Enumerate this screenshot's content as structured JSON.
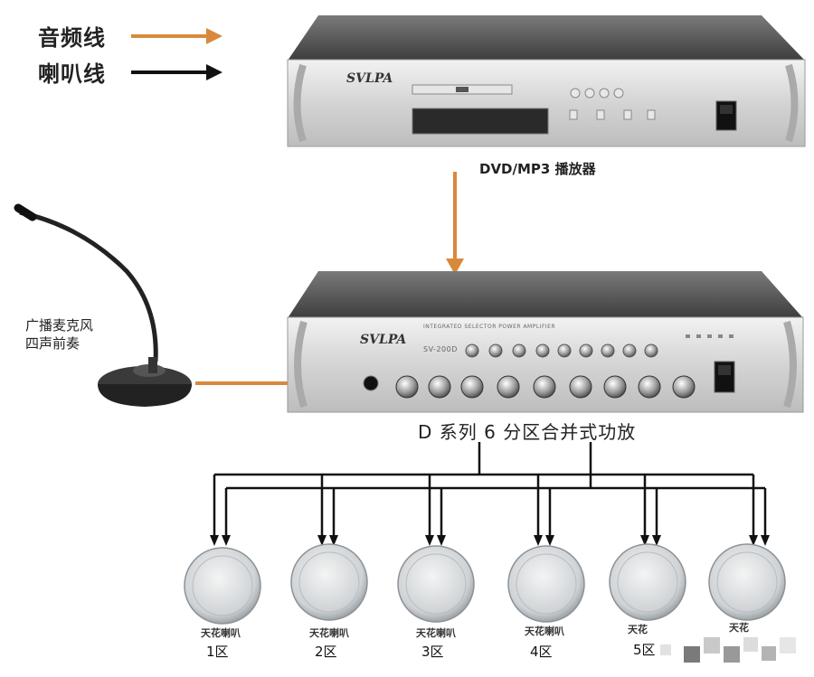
{
  "legend": {
    "audio_label": "音频线",
    "speaker_label": "喇叭线",
    "audio_color": "#d9893b",
    "speaker_color": "#111111"
  },
  "player": {
    "brand": "SVLPA",
    "caption": "DVD/MP3 播放器"
  },
  "microphone": {
    "caption_line1": "广播麦克风",
    "caption_line2": "四声前奏"
  },
  "amplifier": {
    "brand": "SVLPA",
    "header_text": "INTEGRATED SELECTOR POWER AMPLIFIER",
    "model": "SV-200D",
    "caption": "D 系列  6 分区合并式功放"
  },
  "speakers": [
    {
      "label": "天花喇叭",
      "zone": "1区"
    },
    {
      "label": "天花喇叭",
      "zone": "2区"
    },
    {
      "label": "天花喇叭",
      "zone": "3区"
    },
    {
      "label": "天花喇叭",
      "zone": "4区"
    },
    {
      "label": "天花",
      "zone": "5区"
    },
    {
      "label": "天花",
      "zone": ""
    }
  ]
}
